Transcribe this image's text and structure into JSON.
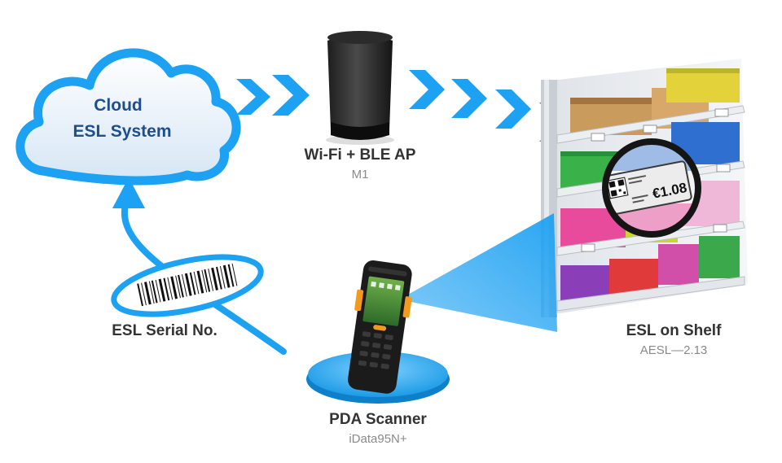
{
  "cloud": {
    "line1": "Cloud",
    "line2": "ESL System"
  },
  "access_point": {
    "title": "Wi-Fi + BLE AP",
    "model": "M1"
  },
  "serial": {
    "label": "ESL Serial No."
  },
  "scanner": {
    "title": "PDA Scanner",
    "model": "iData95N+"
  },
  "shelf": {
    "title": "ESL on Shelf",
    "model": "AESL—2.13"
  },
  "esl_tag": {
    "price": "€1.08"
  },
  "colors": {
    "accent": "#1da1f2",
    "cloud_text": "#1d4e8f",
    "label": "#333333",
    "sublabel": "#8a8a8a"
  }
}
